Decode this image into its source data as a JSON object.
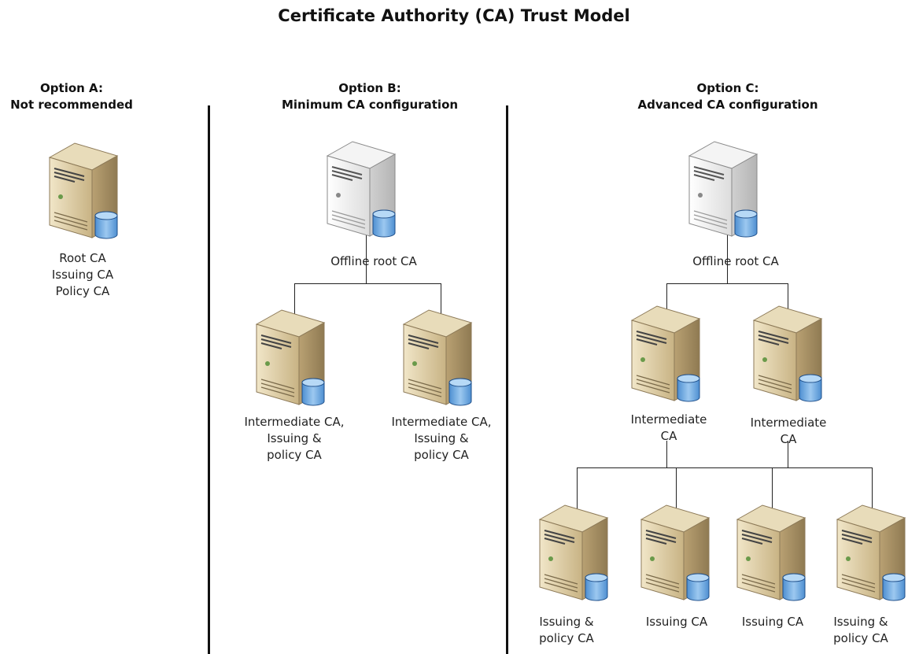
{
  "title": "Certificate Authority (CA) Trust Model",
  "options": {
    "a": {
      "heading": "Option A:",
      "subheading": "Not recommended"
    },
    "b": {
      "heading": "Option B:",
      "subheading": "Minimum CA configuration"
    },
    "c": {
      "heading": "Option C:",
      "subheading": "Advanced CA configuration"
    }
  },
  "option_a_server": {
    "lines": [
      "Root CA",
      "Issuing CA",
      "Policy CA"
    ]
  },
  "option_b": {
    "root": {
      "label": "Offline root CA"
    },
    "children": [
      {
        "lines": [
          "Intermediate CA,",
          "Issuing &",
          "policy CA"
        ]
      },
      {
        "lines": [
          "Intermediate CA,",
          "Issuing &",
          "policy CA"
        ]
      }
    ]
  },
  "option_c": {
    "root": {
      "label": "Offline root CA"
    },
    "intermediates": [
      {
        "lines": [
          "Intermediate",
          "CA"
        ]
      },
      {
        "lines": [
          "Intermediate",
          "CA"
        ]
      }
    ],
    "issuers": [
      {
        "lines": [
          "Issuing &",
          "policy CA"
        ]
      },
      {
        "lines": [
          "Issuing CA"
        ]
      },
      {
        "lines": [
          "Issuing CA"
        ]
      },
      {
        "lines": [
          "Issuing &",
          "policy CA"
        ]
      }
    ]
  },
  "colors": {
    "server_tan": "#d9c79f",
    "server_white": "#f3f3f3",
    "database_blue": "#6aa6e0",
    "line": "#222222"
  }
}
